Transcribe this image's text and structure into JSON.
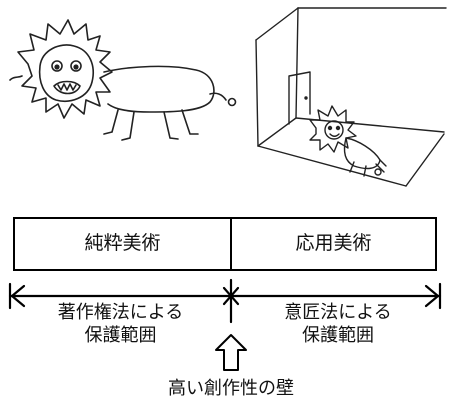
{
  "illustrations": {
    "left": "hand-drawn lion-like creature sketch",
    "right": "lion sketch drawn on the floor of a room corner with a door"
  },
  "table": {
    "left_cell": "純粋美術",
    "right_cell": "応用美術"
  },
  "ranges": {
    "left": "著作権法による\n保護範囲",
    "right": "意匠法による\n保護範囲"
  },
  "wall": {
    "label": "高い創作性の壁"
  }
}
